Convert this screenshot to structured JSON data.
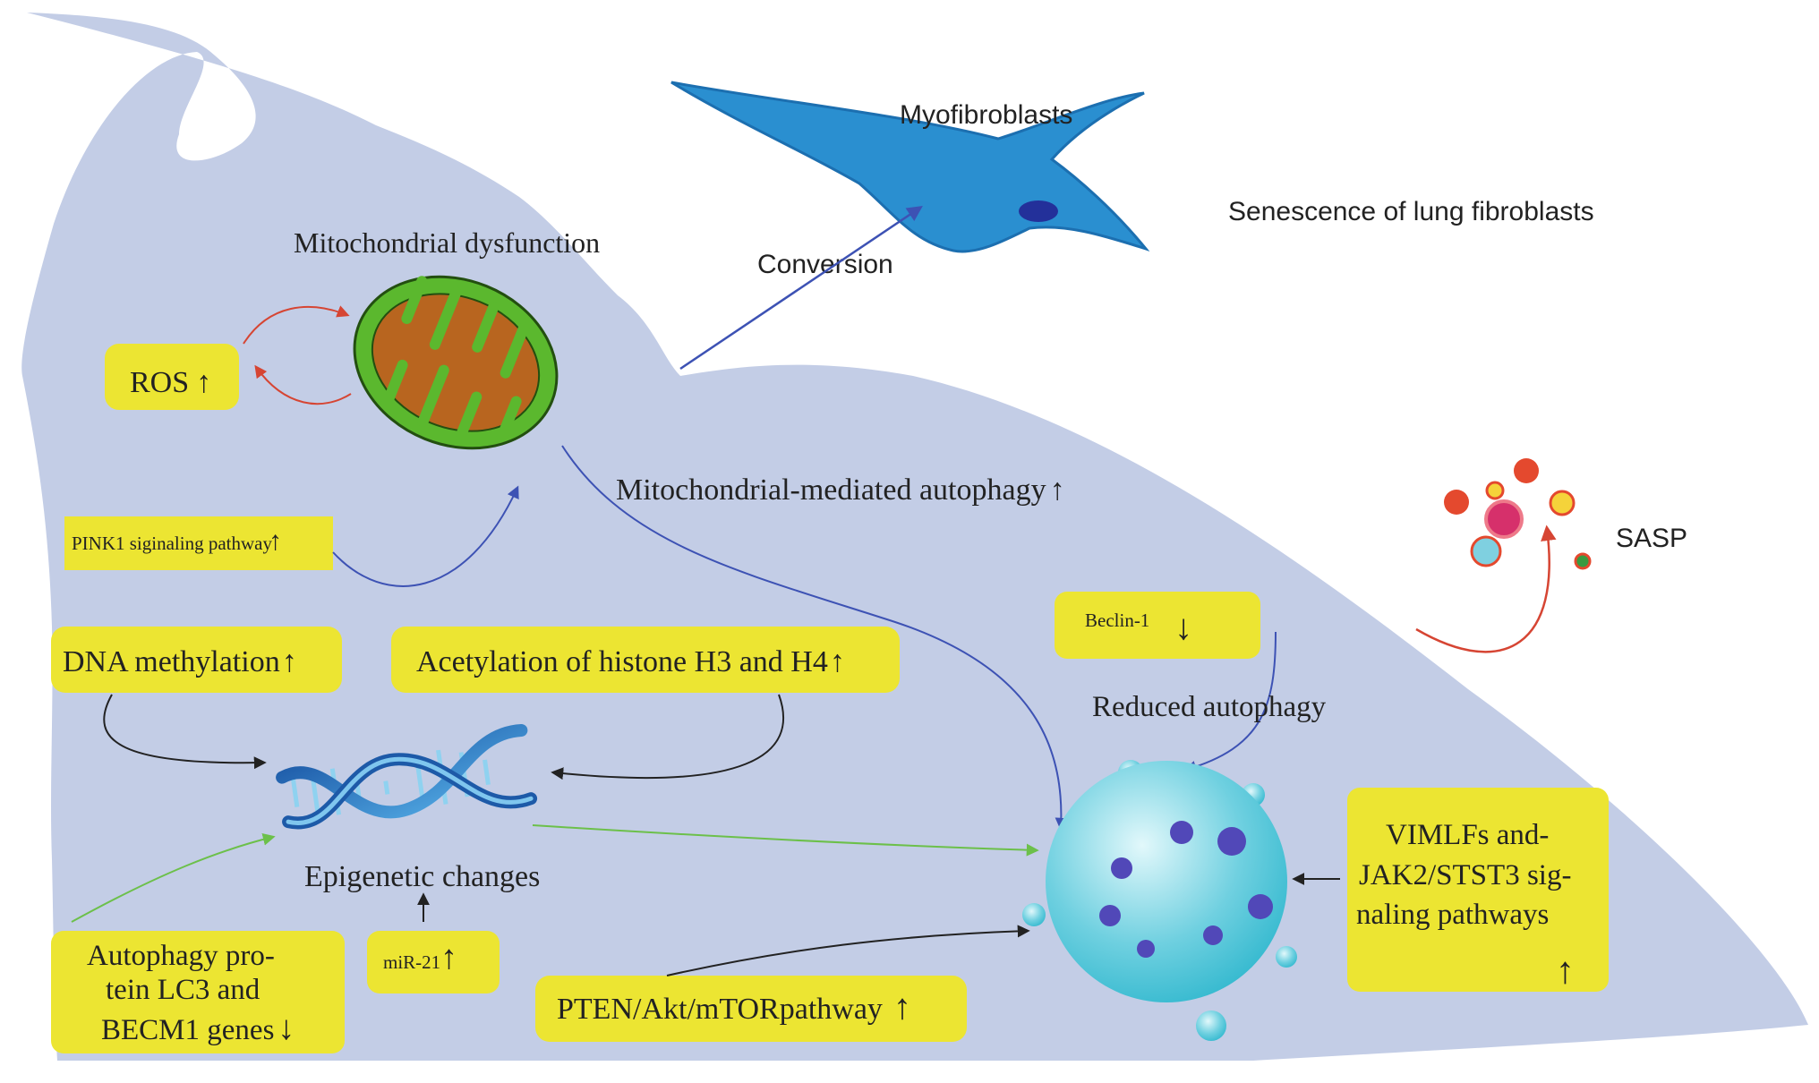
{
  "labels": {
    "myofibroblasts": "Myofibroblasts",
    "senescence": "Senescence of lung fibroblasts",
    "conversion": "Conversion",
    "mito_dysfunction": "Mitochondrial dysfunction",
    "ros": "ROS",
    "pink1": "PINK1 siginaling pathway",
    "mito_autophagy": "Mitochondrial-mediated autophagy",
    "sasp": "SASP",
    "beclin": "Beclin-1",
    "reduced_autophagy": "Reduced autophagy",
    "dna_methylation": "DNA methylation",
    "acetylation": "Acetylation of histone H3 and H4",
    "epigenetic": "Epigenetic changes",
    "vimlfs_line1": "VIMLFs and-",
    "vimlfs_line2": "JAK2/STST3  sig-",
    "vimlfs_line3": "naling pathways",
    "lc3_line1": "Autophagy pro-",
    "lc3_line2": "tein LC3 and",
    "lc3_line3": "BECM1 genes",
    "mir21": "miR-21",
    "pten": "PTEN/Akt/mTORpathway"
  },
  "arrows": {
    "up": "↑",
    "down": "↓"
  },
  "colors": {
    "cell_body": "#c3cde6",
    "highlight_box": "#ece532",
    "myofibroblast": "#2a8fd0",
    "mito_outer": "#5bb82e",
    "mito_inner": "#b8651f",
    "lysosome": "#6fd0e0",
    "blue_arrow": "#3d52b4",
    "red_arrow": "#d64533",
    "green_arrow": "#6cc04a"
  }
}
